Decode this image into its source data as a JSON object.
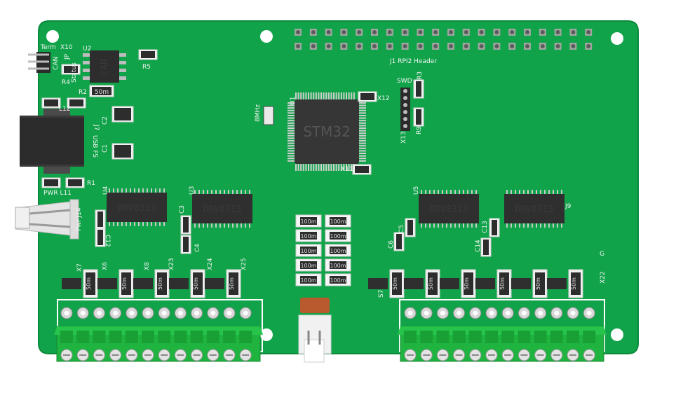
{
  "colors": {
    "board": "#10a349",
    "board_dark": "#0b8a3c",
    "silk": "#f4f4f4",
    "chip": "#2d2d2d",
    "terminal": "#1fb340",
    "pad": "#c9c9c9",
    "cap_orange": "#b95a2e"
  },
  "labels": {
    "term": "Term",
    "x10": "X10",
    "can": "CAN",
    "jp": "JP",
    "u2": "U2",
    "r4": "R4",
    "status": "Status",
    "r2": "R2",
    "r5": "R5",
    "l12": "L12",
    "c2": "C2",
    "j7": "J7",
    "usbfs": "USB FS",
    "c1": "C1",
    "pwr_l11": "PWR L11",
    "r1": "R1",
    "pwr_j14": "Pwr J14",
    "u4": "U4",
    "u3": "U3",
    "c3": "C3",
    "c4": "C4",
    "c12": "C12",
    "mhz": "8MHz",
    "u1": "U1",
    "x12": "X12",
    "x11": "X11",
    "swd": "SWD",
    "r3": "R3",
    "r9": "R9",
    "x13": "X13",
    "j1": "J1 RPI2 Header",
    "u5": "U5",
    "j9": "J9",
    "c5": "C5",
    "c6": "C6",
    "c13": "C13",
    "c14": "C14",
    "s7": "S7",
    "x22": "X22",
    "x7": "X7",
    "x6": "X6",
    "x8": "X8",
    "x23": "X23",
    "x24": "X24",
    "x25": "X25",
    "fifty": "50m",
    "hundred": "100m",
    "g": "G"
  },
  "chips": {
    "can": "CAN",
    "stm32": "STM32",
    "drv": "DRV8313"
  }
}
